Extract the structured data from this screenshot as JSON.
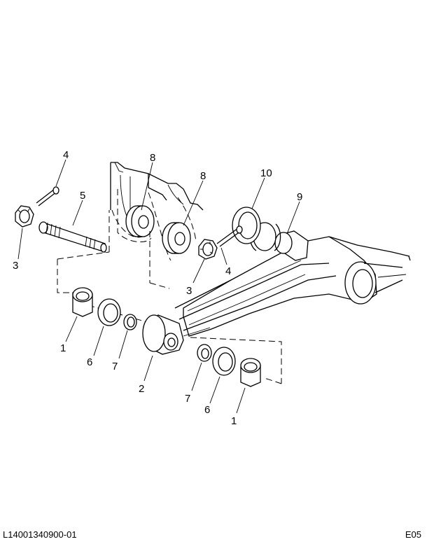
{
  "callouts": {
    "c4a": "4",
    "c5": "5",
    "c3a": "3",
    "c8a": "8",
    "c8b": "8",
    "c10": "10",
    "c9": "9",
    "c4b": "4",
    "c3b": "3",
    "c1a": "1",
    "c6a": "6",
    "c7a": "7",
    "c2": "2",
    "c7b": "7",
    "c6b": "6",
    "c1b": "1"
  },
  "footer": {
    "left": "L14001340900-01",
    "right": "E05"
  }
}
